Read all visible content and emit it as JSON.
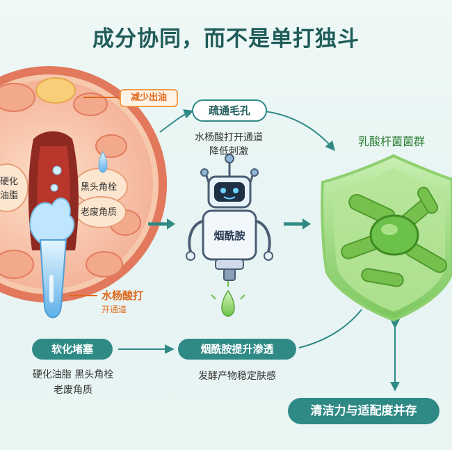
{
  "title": "成分协同，而不是单打独斗",
  "skin_cross_section": {
    "callout_reduce_oil": "减少出油",
    "label_hardened_sebum": "硬化\n油脂",
    "label_blackhead": "黑头角栓",
    "label_old_keratin": "老废角质",
    "salicylic_label": "水杨酸打",
    "salicylic_sublabel": "开通道"
  },
  "step_unclog": {
    "title": "疏通毛孔",
    "desc_line1": "水杨酸打开通道",
    "desc_line2": "降低刺激"
  },
  "robot": {
    "label": "烟酰胺"
  },
  "shield": {
    "label": "乳酸杆菌菌群"
  },
  "bottom_left": {
    "title": "软化堵塞",
    "desc_line1": "硬化油脂 黑头角栓",
    "desc_line2": "老废角质"
  },
  "bottom_middle": {
    "title": "烟酰胺提升渗透",
    "desc": "发酵产物稳定肤感"
  },
  "bottom_right": {
    "title": "清洁力与适配度并存"
  },
  "colors": {
    "teal": "#2f8a86",
    "skin_red": "#e07a5f",
    "shield_green": "#8fd46e",
    "orange": "#f39a4a"
  }
}
